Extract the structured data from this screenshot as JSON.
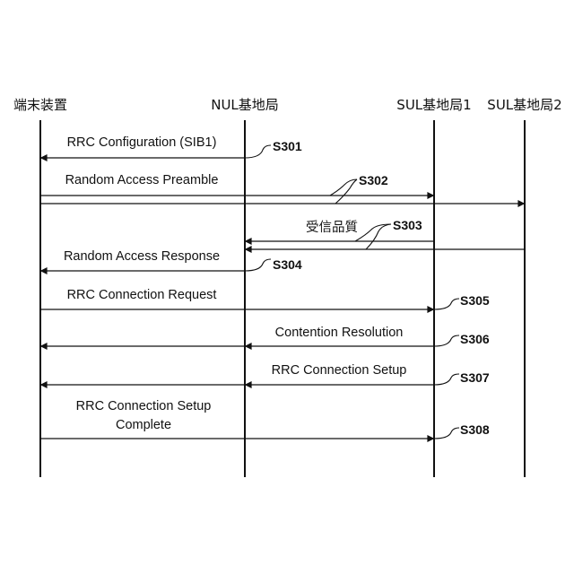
{
  "entities": {
    "terminal": "端末装置",
    "nul": "NUL基地局",
    "sul1": "SUL基地局1",
    "sul2": "SUL基地局2"
  },
  "messages": {
    "m1": "RRC Configuration (SIB1)",
    "m2": "Random Access Preamble",
    "m3": "受信品質",
    "m4": "Random Access Response",
    "m5": "RRC Connection Request",
    "m6": "Contention Resolution",
    "m7": "RRC Connection Setup",
    "m8_line1": "RRC Connection Setup",
    "m8_line2": "Complete"
  },
  "steps": {
    "s301": "S301",
    "s302": "S302",
    "s303": "S303",
    "s304": "S304",
    "s305": "S305",
    "s306": "S306",
    "s307": "S307",
    "s308": "S308"
  }
}
